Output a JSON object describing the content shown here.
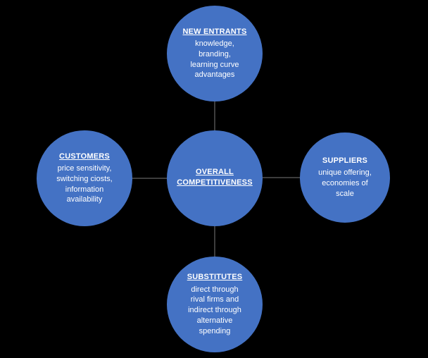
{
  "diagram": {
    "title": "Five forces competitiveness diagram",
    "background_color": "#000000",
    "circle_color": "#4472c4",
    "text_color": "#ffffff",
    "connector_color": "#3d3d3d",
    "nodes": {
      "new_entrants": {
        "title": "NEW ENTRANTS",
        "body": "knowledge,\nbranding,\nlearning curve\nadvantages"
      },
      "customers": {
        "title": "CUSTOMERS",
        "body": "price sensitivity,\nswitching ciosts,\ninformation\navailability"
      },
      "center": {
        "title": "OVERALL\nCOMPETITIVENESS",
        "body": ""
      },
      "suppliers": {
        "title": "SUPPLIERS",
        "body": "unique offering,\neconomies of\nscale"
      },
      "substitutes": {
        "title": "SUBSTITUTES",
        "body": "direct through\nrival firms and\nindirect through\nalternative\nspending"
      }
    }
  }
}
